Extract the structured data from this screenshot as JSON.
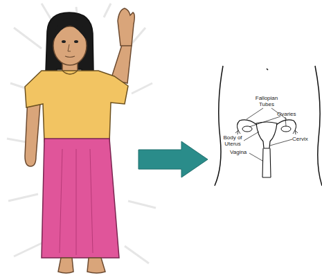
{
  "diagram": {
    "labels": [
      "Fallopian Tubes",
      "Ovaries",
      "Body of Uterus",
      "Cervix",
      "Vagina"
    ]
  }
}
